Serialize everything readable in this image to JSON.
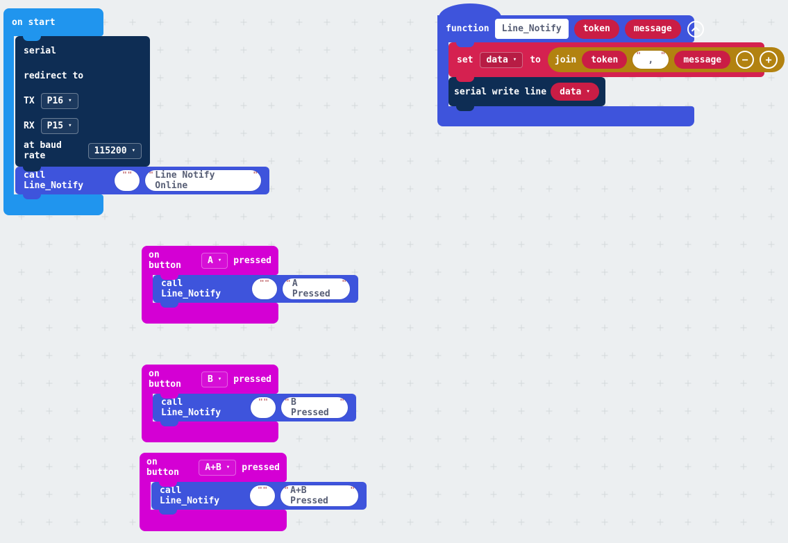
{
  "colors": {
    "background": "#eceff1",
    "grid_cross": "#d3d8da",
    "basic_blue": "#2095ee",
    "function_call_blue": "#3e54dc",
    "serial_navy": "#0e2d54",
    "variables_red": "#d52150",
    "parameter_red": "#ca1d45",
    "text_join_gold": "#b28210",
    "input_magenta": "#d400d4",
    "pill_text": "#575e75",
    "quote_mark": "#c0666a"
  },
  "icons": {
    "dropdown_arrow": "▾",
    "minus": "−",
    "plus": "+",
    "collapse": "chevron-up"
  },
  "on_start": {
    "title": "on start",
    "serial_redirect": {
      "line1": "serial",
      "line2": "redirect to",
      "tx_label": "TX",
      "tx_value": "P16",
      "rx_label": "RX",
      "rx_value": "P15",
      "baud_label": "at baud rate",
      "baud_value": "115200"
    },
    "call": {
      "label": "call Line_Notify",
      "arg_token": "",
      "arg_message": "Line Notify Online"
    }
  },
  "function_def": {
    "keyword": "function",
    "name": "Line_Notify",
    "param1": "token",
    "param2": "message",
    "set_row": {
      "set_label": "set",
      "variable": "data",
      "to_label": "to",
      "join_label": "join",
      "join_arg1": "token",
      "join_separator": ",",
      "join_arg2": "message"
    },
    "serial_write": {
      "label": "serial write line",
      "variable": "data"
    }
  },
  "button_handlers": [
    {
      "prefix": "on button",
      "selected": "A",
      "suffix": "pressed",
      "call": {
        "label": "call Line_Notify",
        "arg_token": "",
        "arg_message": "A Pressed"
      }
    },
    {
      "prefix": "on button",
      "selected": "B",
      "suffix": "pressed",
      "call": {
        "label": "call Line_Notify",
        "arg_token": "",
        "arg_message": "B Pressed"
      }
    },
    {
      "prefix": "on button",
      "selected": "A+B",
      "suffix": "pressed",
      "call": {
        "label": "call Line_Notify",
        "arg_token": "",
        "arg_message": "A+B Pressed"
      }
    }
  ]
}
